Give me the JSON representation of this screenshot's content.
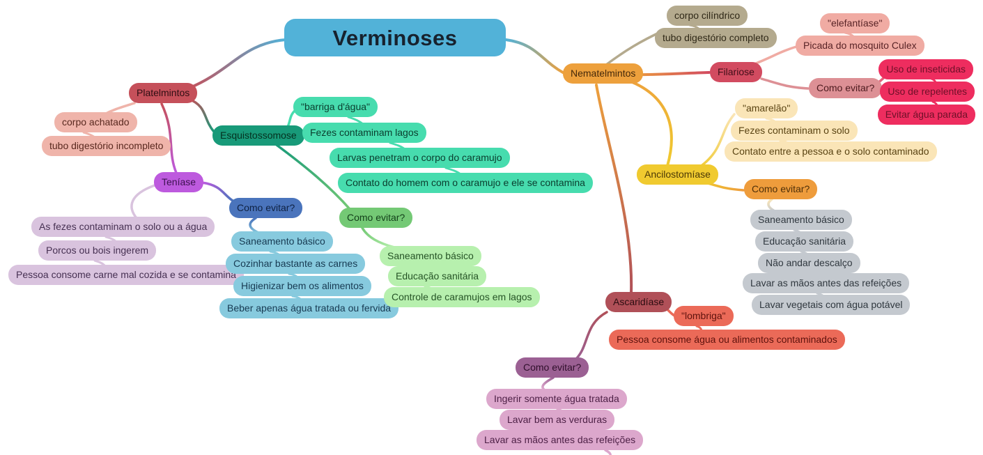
{
  "title": "Verminoses",
  "palette": {
    "root": {
      "bg": "#52b2d8",
      "fg": "#17222e"
    },
    "platel": {
      "bg": "#c5505a",
      "fg": "#2e0d12"
    },
    "pink": {
      "bg": "#efb4aa",
      "fg": "#59291f"
    },
    "teniase": {
      "bg": "#bd5ade",
      "fg": "#3c1150"
    },
    "lavender": {
      "bg": "#d9c3de",
      "fg": "#463052"
    },
    "blue": {
      "bg": "#4a74bc",
      "fg": "#0e2142"
    },
    "lightblue": {
      "bg": "#87cade",
      "fg": "#173a52"
    },
    "esquisto": {
      "bg": "#189a79",
      "fg": "#04301f"
    },
    "teal": {
      "bg": "#47dcae",
      "fg": "#0a3d2e"
    },
    "green": {
      "bg": "#74c975",
      "fg": "#123f19"
    },
    "lightgreen": {
      "bg": "#b7f0ae",
      "fg": "#265426"
    },
    "nematel": {
      "bg": "#eda03c",
      "fg": "#44280a"
    },
    "tan": {
      "bg": "#b4aa8e",
      "fg": "#2f2817"
    },
    "filariose": {
      "bg": "#d24b60",
      "fg": "#400e18"
    },
    "salmon": {
      "bg": "#f0aba3",
      "fg": "#582326"
    },
    "salmonDark": {
      "bg": "#dd9095",
      "fg": "#4c1a1e"
    },
    "crimson": {
      "bg": "#ee2d5f",
      "fg": "#6e1028"
    },
    "ancilo": {
      "bg": "#f0ca2f",
      "fg": "#4c3a06"
    },
    "lightyellow": {
      "bg": "#fae5b7",
      "fg": "#5a4413"
    },
    "orange": {
      "bg": "#ee9c3c",
      "fg": "#4e2f08"
    },
    "gray": {
      "bg": "#c4c9cf",
      "fg": "#30383f"
    },
    "ascarid": {
      "bg": "#b05058",
      "fg": "#2b0c10"
    },
    "salmonred": {
      "bg": "#eb6a58",
      "fg": "#5e120d"
    },
    "mauve": {
      "bg": "#9b6093",
      "fg": "#2f0f2b"
    },
    "plum": {
      "bg": "#dca7cc",
      "fg": "#4c1f45"
    }
  },
  "nodes": [
    {
      "id": "root",
      "label": "Verminoses",
      "style": "root"
    },
    {
      "id": "platelmintos",
      "label": "Platelmintos",
      "style": "platel"
    },
    {
      "id": "corpo_achatado",
      "label": "corpo achatado",
      "style": "pink"
    },
    {
      "id": "tubo_incompleto",
      "label": "tubo digestório incompleto",
      "style": "pink"
    },
    {
      "id": "teniase",
      "label": "Teníase",
      "style": "teniase"
    },
    {
      "id": "fezes_solo_agua",
      "label": "As fezes contaminam o solo ou a água",
      "style": "lavender"
    },
    {
      "id": "porcos_bois",
      "label": "Porcos ou bois ingerem",
      "style": "lavender"
    },
    {
      "id": "pessoa_carne",
      "label": "Pessoa consome carne mal cozida e se contamina",
      "style": "lavender"
    },
    {
      "id": "evitar_blue",
      "label": "Como evitar?",
      "style": "blue"
    },
    {
      "id": "saneamento_blue",
      "label": "Saneamento básico",
      "style": "lightblue"
    },
    {
      "id": "cozinhar",
      "label": "Cozinhar bastante as carnes",
      "style": "lightblue"
    },
    {
      "id": "higienizar",
      "label": "Higienizar bem os alimentos",
      "style": "lightblue"
    },
    {
      "id": "beber_agua",
      "label": "Beber apenas água tratada ou fervida",
      "style": "lightblue"
    },
    {
      "id": "esquistossomose",
      "label": "Esquistossomose",
      "style": "esquisto"
    },
    {
      "id": "barriga",
      "label": "\"barriga d'água\"",
      "style": "teal"
    },
    {
      "id": "fezes_lagos",
      "label": "Fezes contaminam lagos",
      "style": "teal"
    },
    {
      "id": "larvas",
      "label": "Larvas penetram o corpo do caramujo",
      "style": "teal"
    },
    {
      "id": "contato_homem",
      "label": "Contato do homem com o caramujo e ele se contamina",
      "style": "teal"
    },
    {
      "id": "evitar_green",
      "label": "Como evitar?",
      "style": "green"
    },
    {
      "id": "saneamento_green",
      "label": "Saneamento básico",
      "style": "lightgreen"
    },
    {
      "id": "educacao_green",
      "label": "Educação sanitária",
      "style": "lightgreen"
    },
    {
      "id": "controle",
      "label": "Controle de caramujos em lagos",
      "style": "lightgreen"
    },
    {
      "id": "nematelmintos",
      "label": "Nematelmintos",
      "style": "nematel"
    },
    {
      "id": "corpo_cilindrico",
      "label": "corpo cilíndrico",
      "style": "tan"
    },
    {
      "id": "tubo_completo",
      "label": "tubo digestório completo",
      "style": "tan"
    },
    {
      "id": "filariose",
      "label": "Filariose",
      "style": "filariose"
    },
    {
      "id": "elefantiase",
      "label": "\"elefantíase\"",
      "style": "salmon"
    },
    {
      "id": "picada",
      "label": "Picada do mosquito Culex",
      "style": "salmon"
    },
    {
      "id": "evitar_salmon",
      "label": "Como evitar?",
      "style": "salmonDark"
    },
    {
      "id": "inseticidas",
      "label": "Uso de inseticidas",
      "style": "crimson"
    },
    {
      "id": "repelentes",
      "label": "Uso de repelentes",
      "style": "crimson"
    },
    {
      "id": "agua_parada",
      "label": "Evitar água parada",
      "style": "crimson"
    },
    {
      "id": "ancilostomiase",
      "label": "Ancilostomíase",
      "style": "ancilo"
    },
    {
      "id": "amarelao",
      "label": "\"amarelão\"",
      "style": "lightyellow"
    },
    {
      "id": "fezes_solo",
      "label": "Fezes contaminam o solo",
      "style": "lightyellow"
    },
    {
      "id": "contato_solo",
      "label": "Contato entre a pessoa e o solo contaminado",
      "style": "lightyellow"
    },
    {
      "id": "evitar_orange",
      "label": "Como evitar?",
      "style": "orange"
    },
    {
      "id": "saneamento_gray",
      "label": "Saneamento básico",
      "style": "gray"
    },
    {
      "id": "educacao_gray",
      "label": "Educação sanitária",
      "style": "gray"
    },
    {
      "id": "descalco",
      "label": "Não andar descalço",
      "style": "gray"
    },
    {
      "id": "lavar_maos_gray",
      "label": "Lavar as mãos antes das refeições",
      "style": "gray"
    },
    {
      "id": "lavar_vegetais",
      "label": "Lavar vegetais com água potável",
      "style": "gray"
    },
    {
      "id": "ascaridiase",
      "label": "Ascaridíase",
      "style": "ascarid"
    },
    {
      "id": "lombriga",
      "label": "\"lombriga\"",
      "style": "salmonred"
    },
    {
      "id": "pessoa_agua",
      "label": "Pessoa consome água ou alimentos contaminados",
      "style": "salmonred"
    },
    {
      "id": "evitar_mauve",
      "label": "Como evitar?",
      "style": "mauve"
    },
    {
      "id": "ingerir",
      "label": "Ingerir somente água tratada",
      "style": "plum"
    },
    {
      "id": "lavar_verduras",
      "label": "Lavar bem as verduras",
      "style": "plum"
    },
    {
      "id": "lavar_maos_plum",
      "label": "Lavar as mãos antes das refeições",
      "style": "plum"
    }
  ]
}
